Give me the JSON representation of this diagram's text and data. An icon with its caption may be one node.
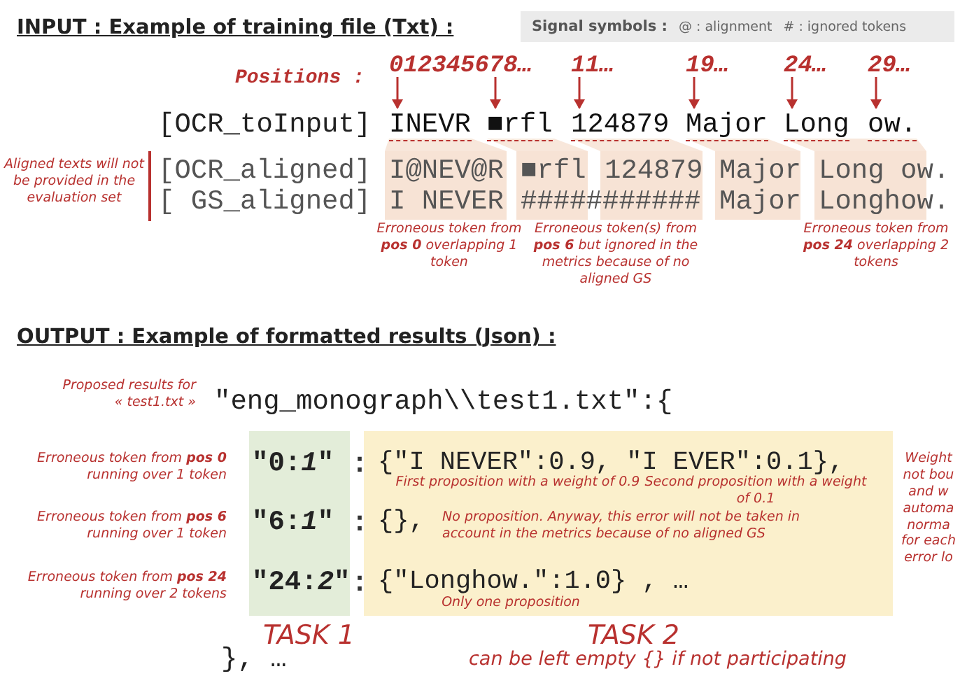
{
  "diagram": {
    "nodes": [
      {
        "text": [
          "012345678…"
        ]
      },
      {
        "text": [
          "11…"
        ]
      },
      {
        "text": [
          "19…"
        ]
      },
      {
        "text": [
          "24…"
        ]
      },
      {
        "text": [
          "29…"
        ]
      },
      {
        "text": [
          "INEVR"
        ]
      },
      {
        "text": [
          "■rfl"
        ]
      },
      {
        "text": [
          "124879"
        ]
      },
      {
        "text": [
          "Major"
        ]
      },
      {
        "text": [
          "Long"
        ]
      },
      {
        "text": [
          "ow."
        ]
      },
      {
        "text": [
          "\"**0**:*1*\"",
          "\"**6**:*1*\"",
          "\"**24**:*2*\""
        ],
        "beside": [
          "TASK 1"
        ]
      },
      {
        "text": [
          "{\"I NEVER\":0.9, \"I EVER\":0.1},",
          "First proposition with a weight of 0.9",
          "Second proposition with a weight of 0.1",
          "{},",
          "No proposition. Anyway, this error will not be taken in account in the metrics because of no aligned GS",
          "{\"Longhow.\":1.0} , …",
          "Only one proposition"
        ],
        "beside": [
          "TASK 2",
          "can be left empty {} if not participating"
        ]
      }
    ],
    "edges": [
      {
        "from": 0,
        "to": 5,
        "arrow": "to"
      },
      {
        "from": 0,
        "to": 6,
        "arrow": "to"
      },
      {
        "from": 1,
        "to": 7,
        "arrow": "to"
      },
      {
        "from": 2,
        "to": 8,
        "arrow": "to"
      },
      {
        "from": 3,
        "to": 9,
        "arrow": "to"
      },
      {
        "from": 4,
        "to": 10,
        "arrow": "to"
      }
    ],
    "labels": [
      "INPUT : Example of training file (Txt) :",
      "Signal symbols :",
      "@ : alignment",
      "# : ignored tokens",
      "Positions :",
      "[OCR_toInput]",
      "Aligned texts will not be provided in the evaluation set",
      "[OCR_aligned]",
      "I@NEV@R",
      "■rfl",
      "124879",
      "Major",
      "Long ow.",
      "[ GS_aligned]",
      "I NEVER",
      "###########",
      "Major",
      "Longhow.",
      "Erroneous token from **pos 0** overlapping *1 token*",
      "Erroneous token(s) from **pos 6** but ignored in the metrics because of no aligned GS",
      "Erroneous token from **pos 24** overlapping *2 tokens*",
      "OUTPUT : Example of formatted results (Json) :",
      "Proposed results for « test1.txt »",
      "\"eng_monograph\\\\test1.txt\":{",
      "Erroneous token from **pos 0** running over *1 token*",
      "Erroneous token from **pos 6** running over *1 token*",
      "Erroneous token from **pos 24** running over *2 tokens*",
      ":",
      ":",
      ":",
      "}, …",
      "Weight not bou and w automa norma for each error lo"
    ]
  }
}
